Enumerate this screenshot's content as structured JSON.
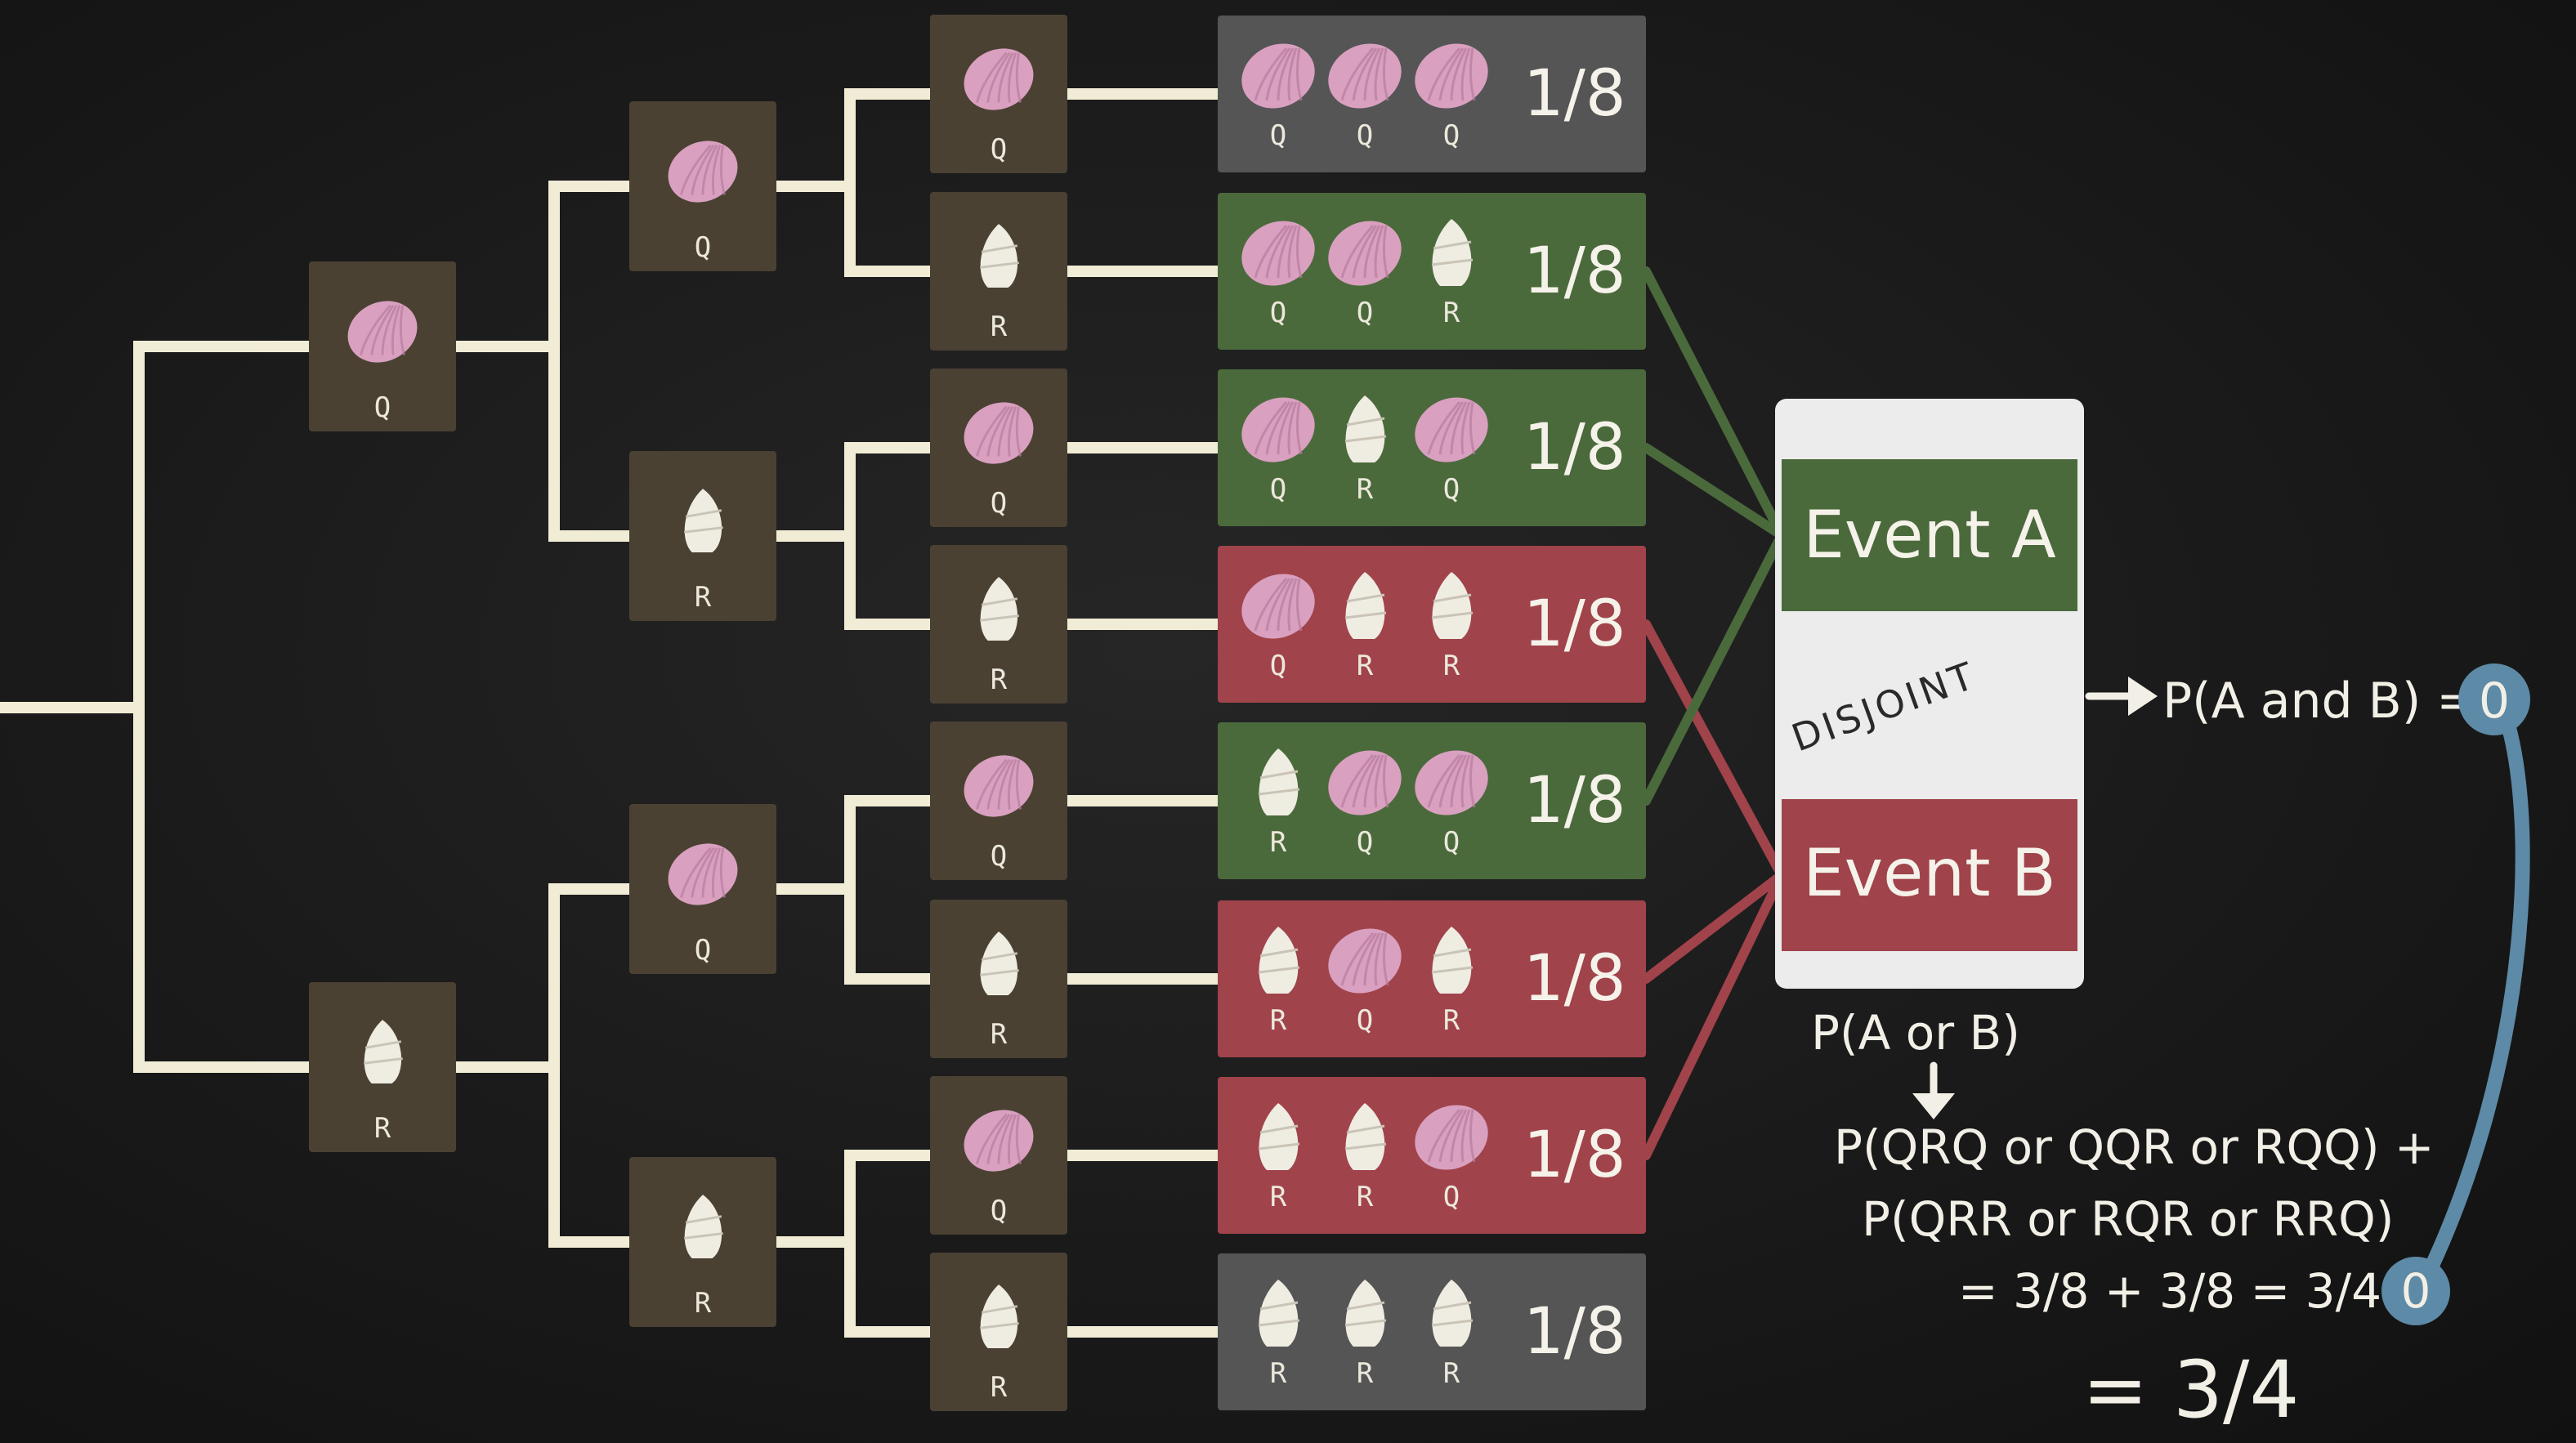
{
  "colors": {
    "background": "#1a1a1a",
    "branch_line": "#f1ecd6",
    "node_box": "#4a4133",
    "queen_shell": "#d9a0bf",
    "regular_shell": "#efece2",
    "row_gray": "#555555",
    "row_green": "#4b6a3c",
    "row_red": "#a0434a",
    "event_a": "#4b6a3c",
    "event_b": "#a0434a",
    "disjoint_panel": "#ececec",
    "highlight_circle": "#5d8aa6"
  },
  "tree": {
    "level1": [
      "Q",
      "R"
    ],
    "level2": [
      "Q",
      "R",
      "Q",
      "R"
    ],
    "level3": [
      "Q",
      "R",
      "Q",
      "R",
      "Q",
      "R",
      "Q",
      "R"
    ]
  },
  "outcomes": [
    {
      "shells": [
        "Q",
        "Q",
        "Q"
      ],
      "prob": "1/8",
      "group": "none"
    },
    {
      "shells": [
        "Q",
        "Q",
        "R"
      ],
      "prob": "1/8",
      "group": "A"
    },
    {
      "shells": [
        "Q",
        "R",
        "Q"
      ],
      "prob": "1/8",
      "group": "A"
    },
    {
      "shells": [
        "Q",
        "R",
        "R"
      ],
      "prob": "1/8",
      "group": "B"
    },
    {
      "shells": [
        "R",
        "Q",
        "Q"
      ],
      "prob": "1/8",
      "group": "A"
    },
    {
      "shells": [
        "R",
        "Q",
        "R"
      ],
      "prob": "1/8",
      "group": "B"
    },
    {
      "shells": [
        "R",
        "R",
        "Q"
      ],
      "prob": "1/8",
      "group": "B"
    },
    {
      "shells": [
        "R",
        "R",
        "R"
      ],
      "prob": "1/8",
      "group": "none"
    }
  ],
  "events": {
    "a_label": "Event A",
    "b_label": "Event B",
    "disjoint_label": "DISJOINT"
  },
  "formulas": {
    "p_a_and_b": "P(A and B) =",
    "p_a_and_b_value": "0",
    "p_a_or_b": "P(A or B)",
    "line1": "P(QRQ or QQR or RQQ) +",
    "line2": "P(QRR or RQR or RRQ)",
    "line3": "= 3/8 + 3/8 = 3/4 -",
    "line3_value": "0",
    "result": "= 3/4"
  }
}
